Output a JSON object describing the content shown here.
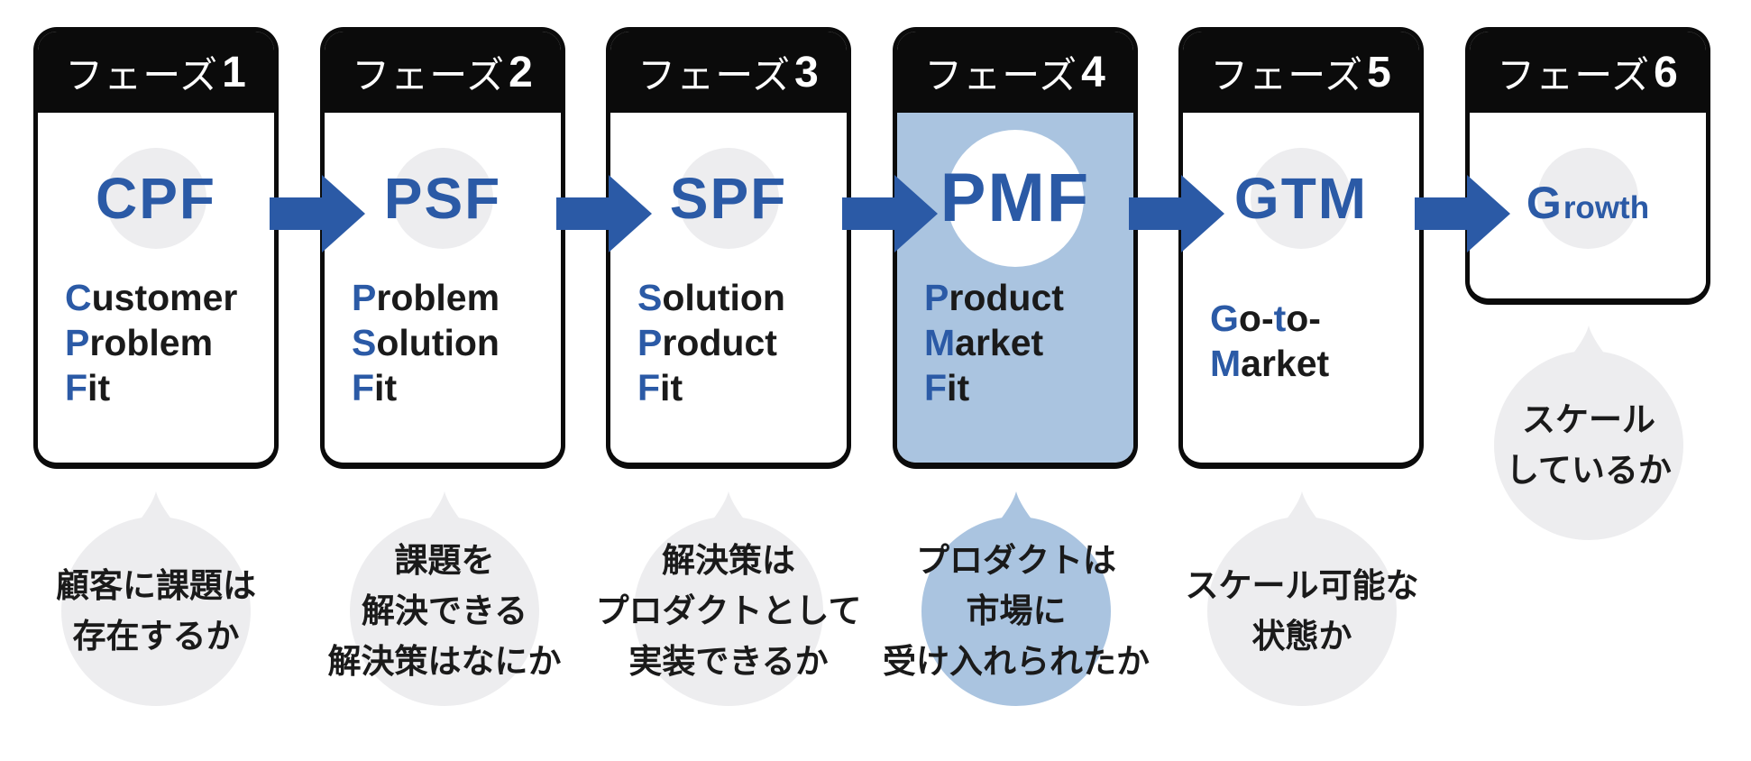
{
  "palette": {
    "blue": "#2b5aa6",
    "highlight": "#aac4e0",
    "circle-gray": "#ededef",
    "black": "#0b0b0b",
    "text": "#1a1a1a"
  },
  "phases": [
    {
      "header_jp": "フェーズ",
      "header_num": "1",
      "acronym": "CPF",
      "lines": [
        [
          {
            "t": "C"
          },
          {
            "t": "ustomer"
          }
        ],
        [
          {
            "t": "P"
          },
          {
            "t": "roblem"
          }
        ],
        [
          {
            "t": "F"
          },
          {
            "t": "it"
          }
        ]
      ],
      "bubble": [
        "顧客に課題は",
        "存在するか"
      ]
    },
    {
      "header_jp": "フェーズ",
      "header_num": "2",
      "acronym": "PSF",
      "lines": [
        [
          {
            "t": "P"
          },
          {
            "t": "roblem"
          }
        ],
        [
          {
            "t": "S"
          },
          {
            "t": "olution"
          }
        ],
        [
          {
            "t": "F"
          },
          {
            "t": "it"
          }
        ]
      ],
      "bubble": [
        "課題を",
        "解決できる",
        "解決策はなにか"
      ]
    },
    {
      "header_jp": "フェーズ",
      "header_num": "3",
      "acronym": "SPF",
      "lines": [
        [
          {
            "t": "S"
          },
          {
            "t": "olution"
          }
        ],
        [
          {
            "t": "P"
          },
          {
            "t": "roduct"
          }
        ],
        [
          {
            "t": "F"
          },
          {
            "t": "it"
          }
        ]
      ],
      "bubble": [
        "解決策は",
        "プロダクトとして",
        "実装できるか"
      ]
    },
    {
      "header_jp": "フェーズ",
      "header_num": "4",
      "acronym": "PMF",
      "highlighted": true,
      "lines": [
        [
          {
            "t": "P"
          },
          {
            "t": "roduct"
          }
        ],
        [
          {
            "t": "M"
          },
          {
            "t": "arket"
          }
        ],
        [
          {
            "t": "F"
          },
          {
            "t": "it"
          }
        ]
      ],
      "bubble": [
        "プロダクトは",
        "市場に",
        "受け入れられたか"
      ]
    },
    {
      "header_jp": "フェーズ",
      "header_num": "5",
      "acronym": "GTM",
      "lines": [
        [
          {
            "t": "G"
          },
          {
            "t": "o-"
          },
          {
            "t": "t"
          },
          {
            "t": "o-"
          }
        ],
        [
          {
            "t": "M"
          },
          {
            "t": "arket"
          }
        ]
      ],
      "bubble": [
        "スケール可能な",
        "状態か"
      ]
    },
    {
      "header_jp": "フェーズ",
      "header_num": "6",
      "acronym_big": "G",
      "acronym_rest": "rowth",
      "bubble": [
        "スケール",
        "しているか"
      ]
    }
  ]
}
